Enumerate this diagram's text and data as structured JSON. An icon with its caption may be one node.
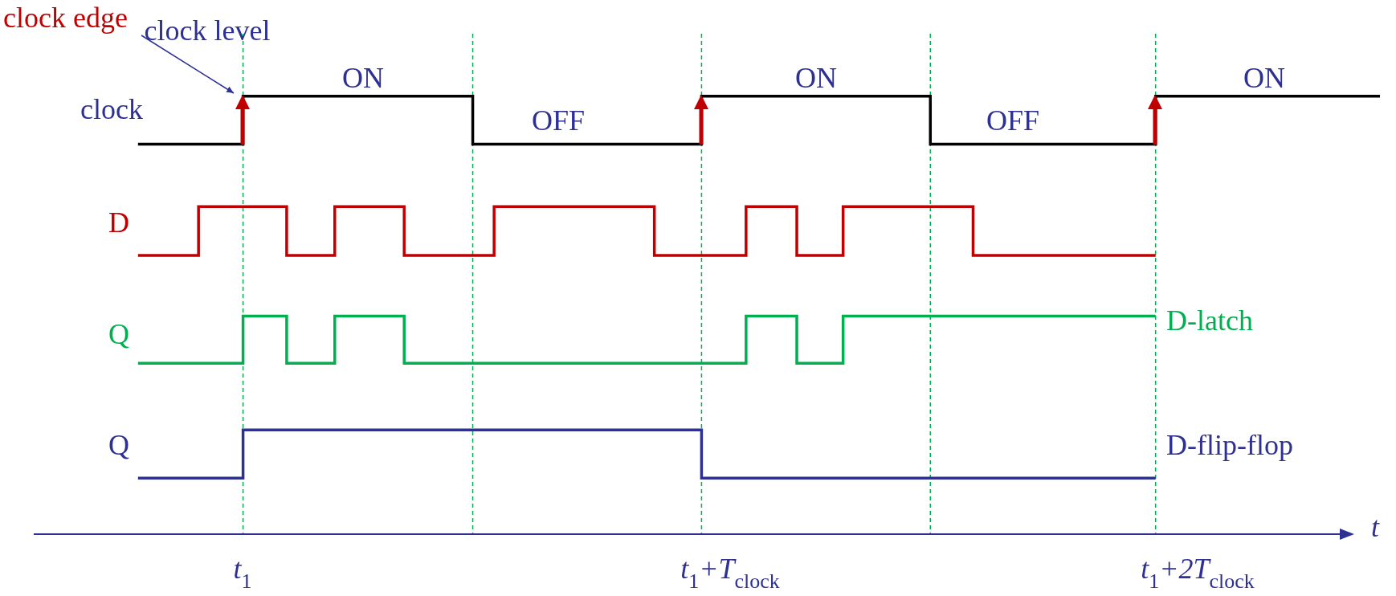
{
  "diagram": {
    "nodes": [
      {
        "text": [
          "clock edge"
        ]
      },
      {
        "text": [],
        "shape": "arrow"
      },
      {
        "text": [],
        "shape": "arrow"
      },
      {
        "text": [],
        "shape": "arrow"
      }
    ],
    "edges": [
      {
        "from": 0,
        "to": 1,
        "arrow": "to"
      }
    ],
    "labels": [
      "clock level",
      "clock",
      "ON",
      "OFF",
      "ON",
      "OFF",
      "ON",
      "D",
      "Q",
      "D-latch",
      "Q",
      "D-flip-flop",
      "t",
      "t$_{1}$",
      "t$_{1}$+T$_{clock}$",
      "t$_{1}$+2T$_{clock}$"
    ]
  }
}
